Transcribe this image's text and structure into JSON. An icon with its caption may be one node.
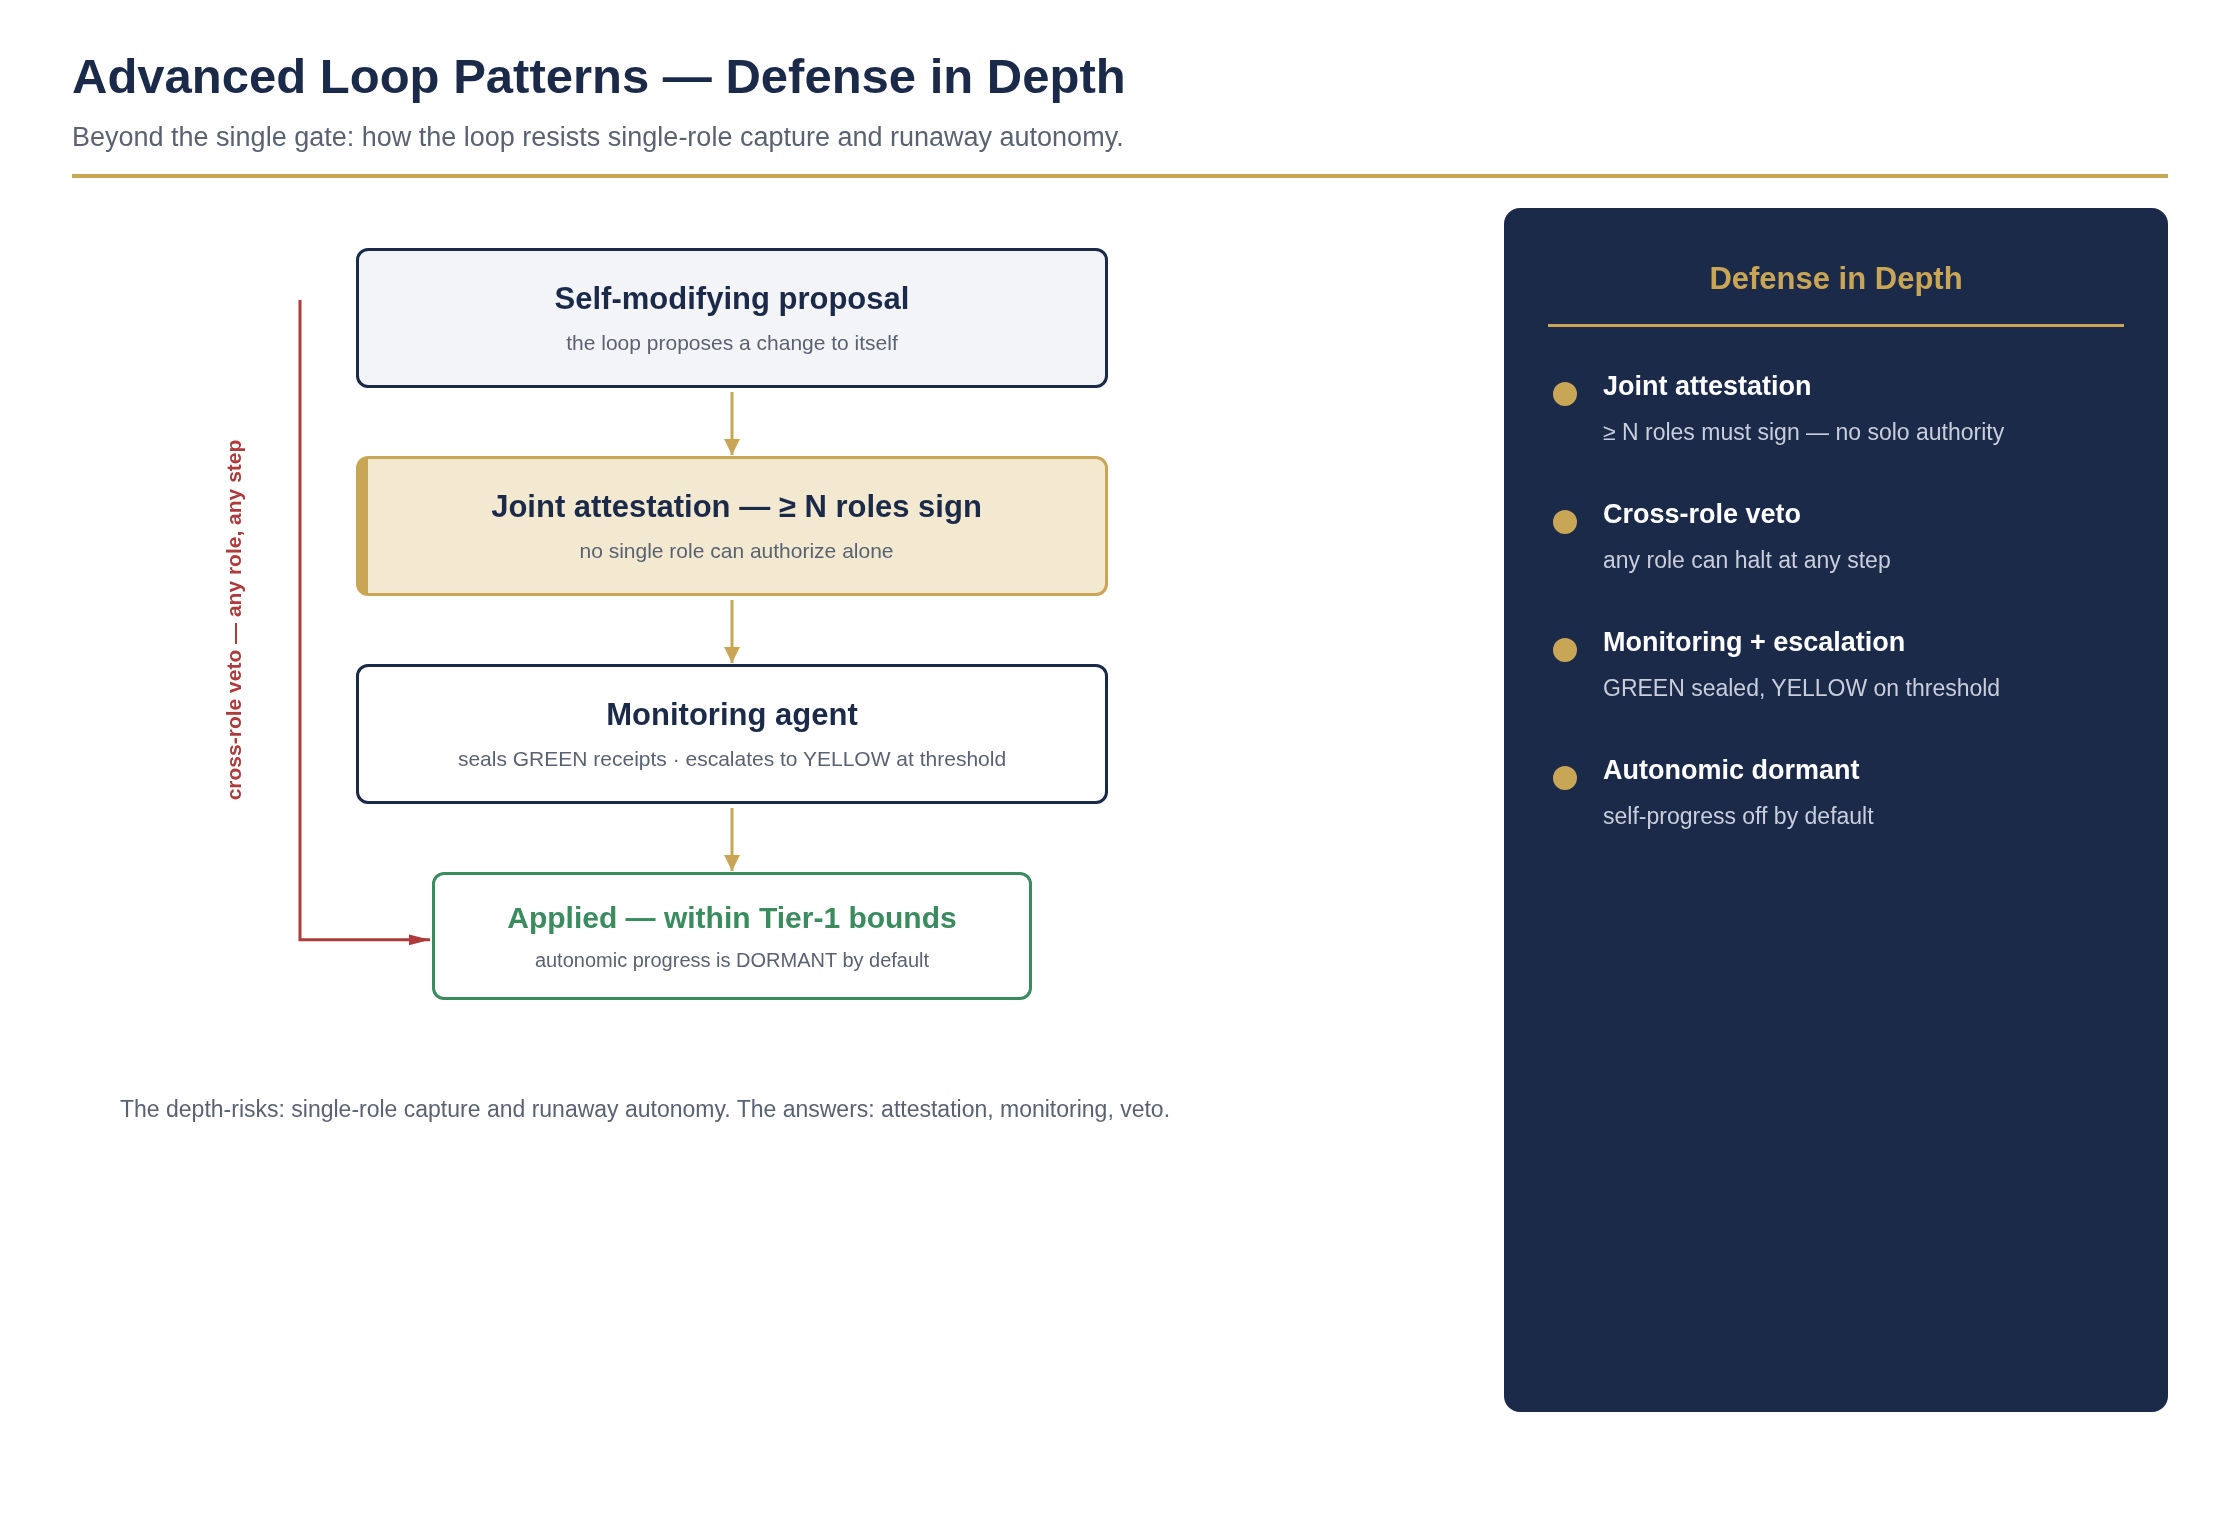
{
  "diagram": {
    "title": "Advanced Loop Patterns — Defense in Depth",
    "caption": "The depth-risks: single-role capture and runaway autonomy. The answers: attestation, monitoring, veto.",
    "nodes": [
      {
        "text": [
          "Self-modifying proposal",
          "the loop proposes a change to itself"
        ]
      },
      {
        "text": [
          "Joint attestation — ≥ N roles sign",
          "no single role can authorize alone"
        ]
      },
      {
        "text": [
          "Monitoring agent",
          "seals GREEN receipts · escalates to YELLOW at threshold"
        ]
      },
      {
        "text": [
          "Applied — within Tier-1 bounds",
          "autonomic progress is DORMANT by default"
        ]
      },
      {
        "text": [
          "Defense in Depth"
        ]
      }
    ],
    "edges": [
      {
        "from": 0,
        "to": 1,
        "arrow": "to"
      },
      {
        "from": 1,
        "to": 2,
        "arrow": "to"
      },
      {
        "from": 2,
        "to": 3,
        "arrow": "to"
      },
      {
        "from": null,
        "to": 3,
        "arrow": "to",
        "label": "cross-role veto — any role, any step",
        "color": "#b03a3a"
      }
    ],
    "labels": [
      "Beyond the single gate: how the loop resists single-role capture and runaway autonomy.",
      "Joint attestation",
      "≥ N roles must sign — no solo authority",
      "Cross-role veto",
      "any role can halt at any step",
      "Monitoring + escalation",
      "GREEN sealed, YELLOW on threshold",
      "Autonomic dormant",
      "self-progress off by default"
    ]
  }
}
